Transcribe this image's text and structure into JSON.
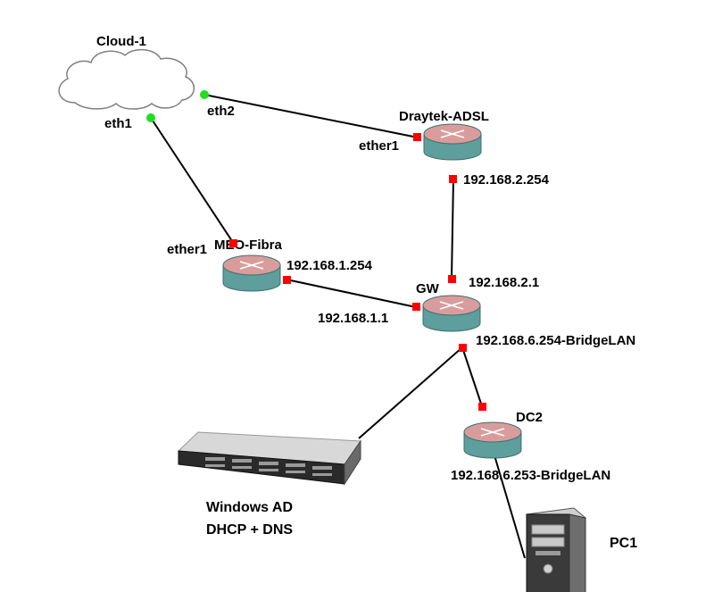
{
  "colors": {
    "link": "#000000",
    "port_active": "#ff0000",
    "port_cloud": "#22dd22",
    "router_top": "#d99c9c",
    "router_side": "#5e9e9c",
    "router_stroke": "#3f6f6e",
    "cloud_fill": "#ffffff",
    "cloud_stroke": "#808080"
  },
  "nodes": {
    "cloud": {
      "name": "Cloud-1",
      "icon": "cloud-icon",
      "ports": [
        "eth1",
        "eth2"
      ]
    },
    "draytek": {
      "name": "Draytek-ADSL",
      "icon": "router-icon",
      "port": "ether1",
      "ip": "192.168.2.254"
    },
    "meo": {
      "name": "MEO-Fibra",
      "icon": "router-icon",
      "port": "ether1",
      "ip": "192.168.1.254"
    },
    "gw": {
      "name": "GW",
      "icon": "router-icon",
      "ip_wan1": "192.168.1.1",
      "ip_wan2": "192.168.2.1",
      "ip_lan": "192.168.6.254-BridgeLAN"
    },
    "dc2": {
      "name": "DC2",
      "icon": "router-icon",
      "ip": "192.168.6.253-BridgeLAN"
    },
    "server": {
      "icon": "rack-server-icon",
      "line1": "Windows AD",
      "line2": "DHCP + DNS"
    },
    "pc1": {
      "name": "PC1",
      "icon": "desktop-tower-icon"
    }
  }
}
